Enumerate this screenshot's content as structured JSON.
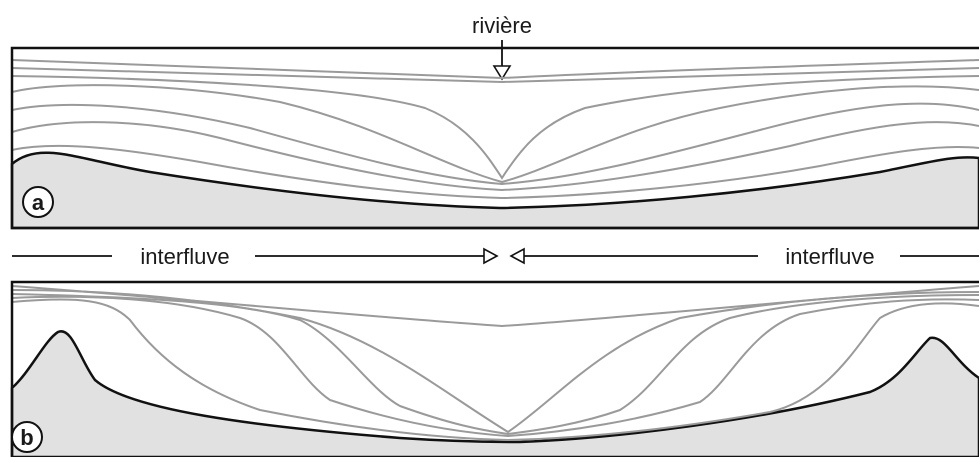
{
  "labels": {
    "river": "rivière",
    "interfluve_left": "interfluve",
    "interfluve_right": "interfluve",
    "panel_a": "a",
    "panel_b": "b"
  },
  "colors": {
    "bedrock_fill": "#e1e1e1",
    "contour_stroke": "#9a9a9a",
    "outline": "#111111"
  }
}
